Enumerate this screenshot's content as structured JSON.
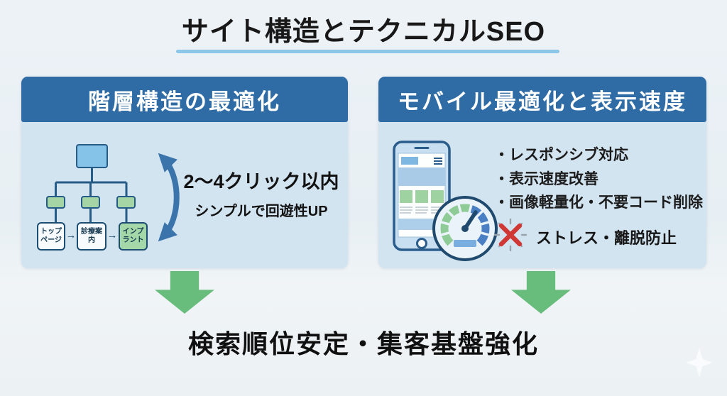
{
  "title": {
    "text": "サイト構造とテクニカルSEO"
  },
  "left_panel": {
    "header": "階層構造の最適化",
    "tree": {
      "leaf_nodes": [
        "トップ\nページ",
        "診療案内",
        "インプ\nラント"
      ],
      "flow_arrow": "→"
    },
    "highlight_line1": "2〜4クリック以内",
    "highlight_line2": "シンプルで回遊性UP"
  },
  "right_panel": {
    "header": "モバイル最適化と表示速度",
    "bullets": [
      "・レスポンシブ対応",
      "・表示速度改善",
      "・画像軽量化・不要コード削除"
    ],
    "ng_label": "ストレス・離脱防止"
  },
  "conclusion": {
    "text": "検索順位安定・集客基盤強化"
  },
  "colors": {
    "header_blue": "#2f6ca6",
    "panel_bg": "#d3e4f1",
    "title_underline": "#8cc6e9",
    "arrow_green": "#68bd7d",
    "tree_blue_node": "#86c3e9",
    "tree_green_node": "#a5d5a5",
    "cycle_arrow_blue": "#3b74ab",
    "speedometer_blue": "#4a7fc4",
    "speedometer_green": "#8fcb96",
    "ng_red": "#cf3835"
  }
}
